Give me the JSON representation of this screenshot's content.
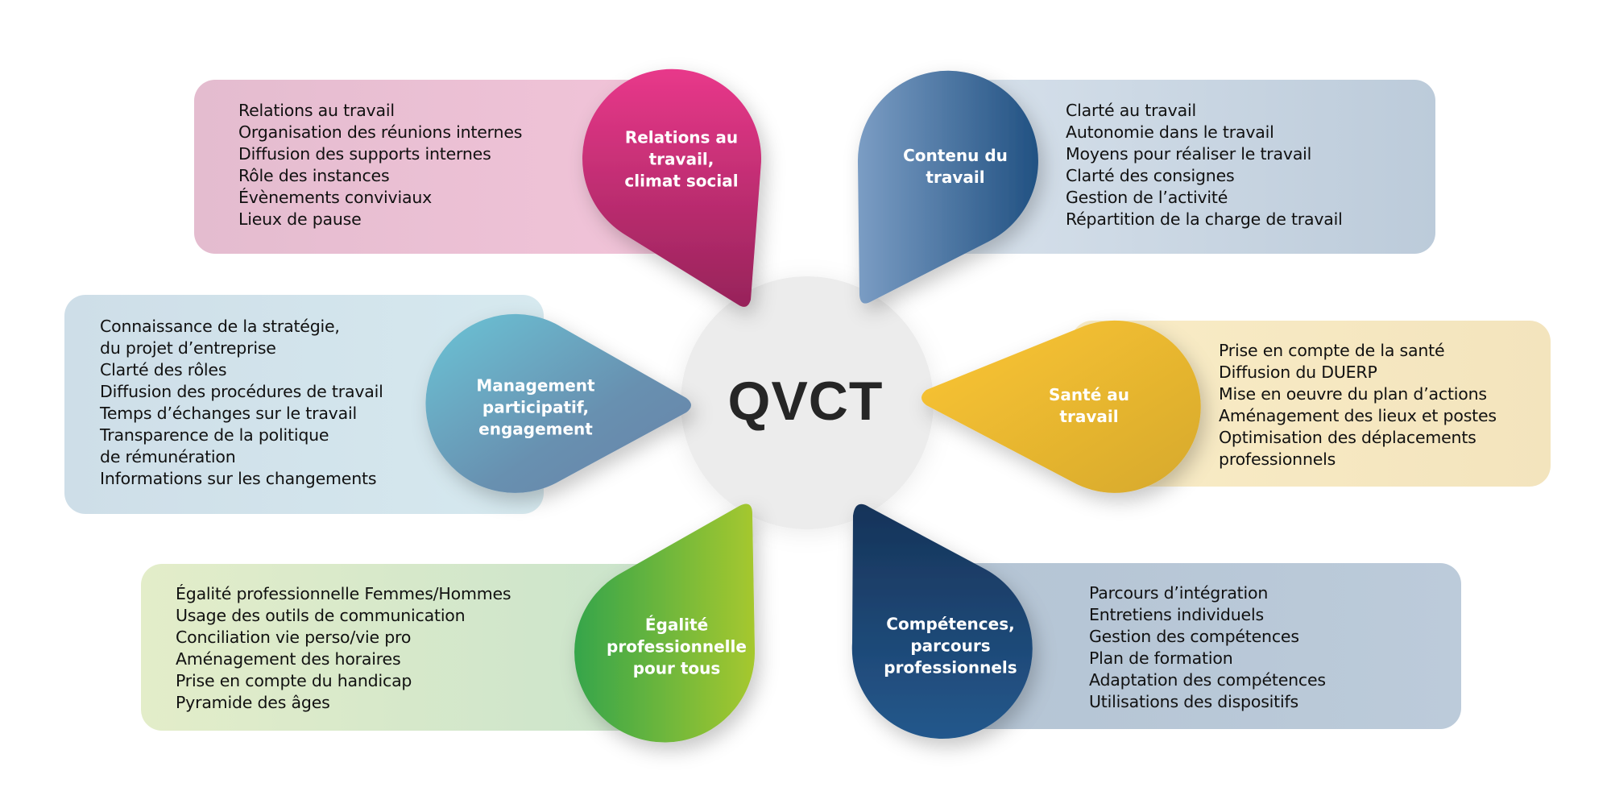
{
  "center": {
    "title": "QVCT",
    "color": "#ececec"
  },
  "themes": [
    {
      "id": "relations",
      "label_lines": [
        "Relations au",
        "travail,",
        "climat social"
      ],
      "drop_gradient": [
        "#e8388a",
        "#9a2459"
      ],
      "box_color": "#e9bed2",
      "items": [
        "Relations au travail",
        "Organisation des réunions internes",
        "Diffusion des supports internes",
        "Rôle des instances",
        "Évènements conviviaux",
        "Lieux de pause"
      ]
    },
    {
      "id": "contenu",
      "label_lines": [
        "Contenu du",
        "travail"
      ],
      "drop_gradient": [
        "#7a9bc2",
        "#235283"
      ],
      "box_color": "#c9d6e3",
      "items": [
        "Clarté au travail",
        "Autonomie dans le travail",
        "Moyens pour réaliser le travail",
        "Clarté des consignes",
        "Gestion de l’activité",
        "Répartition de la charge de travail"
      ]
    },
    {
      "id": "management",
      "label_lines": [
        "Management",
        "participatif,",
        "engagement"
      ],
      "drop_gradient": [
        "#6cc1d3",
        "#6686ab"
      ],
      "box_color": "#d2e4ec",
      "items": [
        "Connaissance de la stratégie,",
        "du projet d’entreprise",
        "Clarté des rôles",
        "Diffusion des procédures de travail",
        "Temps d’échanges sur le travail",
        "Transparence de la politique",
        "de rémunération",
        "Informations sur les changements"
      ]
    },
    {
      "id": "sante",
      "label_lines": [
        "Santé au",
        "travail"
      ],
      "drop_gradient": [
        "#fbc531",
        "#d8ab2e"
      ],
      "box_color": "#f5e6bf",
      "items": [
        "Prise en compte de la santé",
        "Diffusion du DUERP",
        "Mise en oeuvre du plan d’actions",
        "Aménagement des lieux et postes",
        "Optimisation des déplacements",
        "professionnels"
      ]
    },
    {
      "id": "egalite",
      "label_lines": [
        "Égalité",
        "professionnelle",
        "pour tous"
      ],
      "drop_gradient": [
        "#3aa84a",
        "#a3c72e"
      ],
      "box_color": "#d6e8cb",
      "items": [
        "Égalité professionnelle Femmes/Hommes",
        "Usage des outils de communication",
        "Conciliation vie perso/vie pro",
        "Aménagement des horaires",
        "Prise en compte du handicap",
        "Pyramide des âges"
      ]
    },
    {
      "id": "competences",
      "label_lines": [
        "Compétences,",
        "parcours",
        "professionnels"
      ],
      "drop_gradient": [
        "#17355c",
        "#23568a"
      ],
      "box_color": "#bccbda",
      "items": [
        "Parcours d’intégration",
        "Entretiens individuels",
        "Gestion des compétences",
        "Plan de formation",
        "Adaptation des compétences",
        "Utilisations des dispositifs"
      ]
    }
  ]
}
